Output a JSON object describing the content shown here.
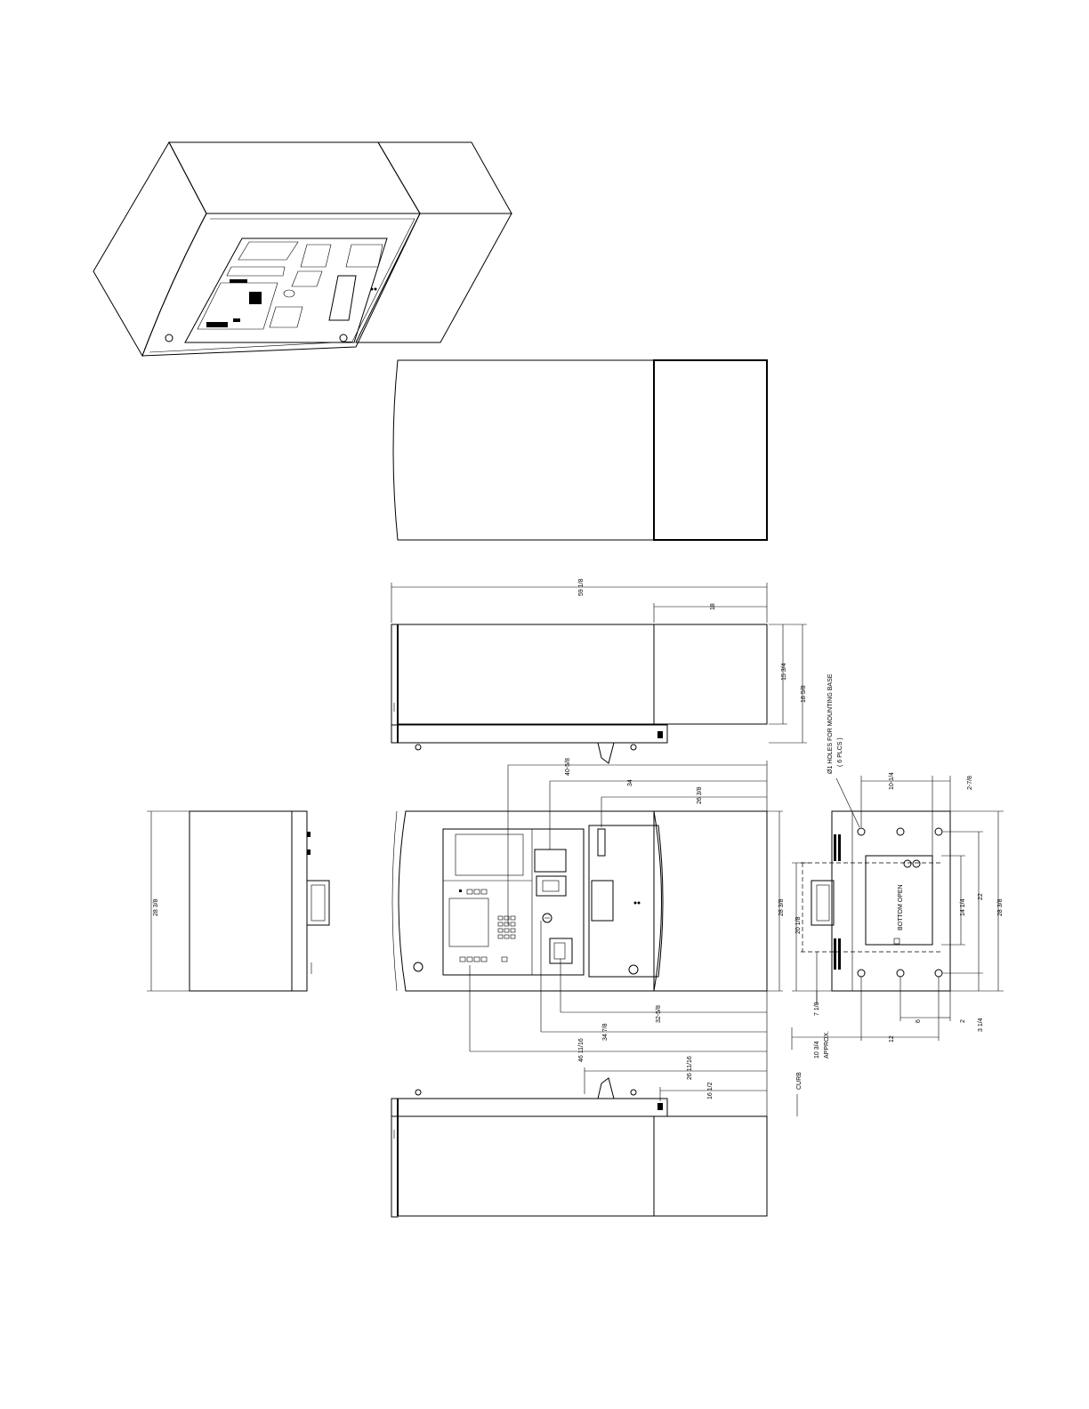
{
  "dimensions": {
    "overall_length": "59 1/8",
    "rear_section": "18",
    "top_height_1": "15 3/4",
    "top_height_2": "18 5/8",
    "side_height": "28 3/8",
    "front_height": "28 3/8",
    "d_40_5_8": "40-5/8",
    "d_34": "34",
    "d_26_3_8": "26 3/8",
    "d_32_5_8": "32-5/8",
    "d_34_7_8": "34 7/8",
    "d_46_11_16": "46 11/16",
    "d_20_1_8": "20 1/8",
    "d_26_11_16": "26 11/16",
    "d_16_1_2": "16 1/2",
    "base_10_1_4": "10-1/4",
    "base_2_7_8": "2-7/8",
    "base_14_1_4": "14 1/4",
    "base_22": "22",
    "base_28_3_8": "28 3/8",
    "base_7_1_8": "7 1/8",
    "base_12": "12",
    "base_6": "6",
    "base_2": "2",
    "base_3_1_4": "3 1/4",
    "approx_10_3_4": "10 3/4",
    "approx_word": "APPROX."
  },
  "notes": {
    "holes_line1": "Ø1 HOLES FOR MOUNTING BASE",
    "holes_line2": "( 6 PLCS )",
    "bottom_open": "BOTTOM OPEN",
    "curb": "CURB"
  }
}
